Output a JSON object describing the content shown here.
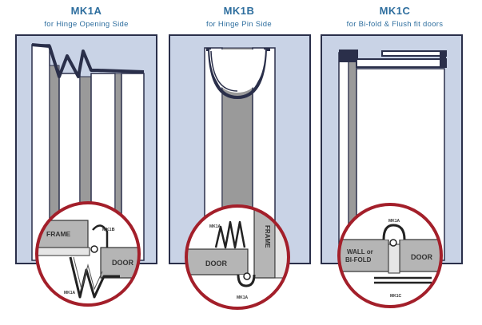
{
  "panels": [
    {
      "code": "MK1A",
      "caption": "for Hinge Opening Side",
      "labels": {
        "frame": "FRAME",
        "door": "DOOR",
        "kit_top": "MK1B",
        "kit_bottom": "MK1A"
      }
    },
    {
      "code": "MK1B",
      "caption": "for Hinge Pin Side",
      "labels": {
        "frame": "FRAME",
        "door": "DOOR",
        "kit_top": "MK1A",
        "kit_bottom": "MK1A"
      }
    },
    {
      "code": "MK1C",
      "caption": "for Bi-fold & Flush fit doors",
      "labels": {
        "wall_line1": "WALL or",
        "wall_line2": "BI-FOLD",
        "door": "DOOR",
        "kit_top": "MK1A",
        "kit_bottom": "MK1C"
      }
    }
  ],
  "colors": {
    "title": "#2e6e9e",
    "panel_bg": "#c9d3e6",
    "border": "#2a2f4a",
    "circle": "#a31f2a",
    "grey": "#9a9a9a"
  }
}
